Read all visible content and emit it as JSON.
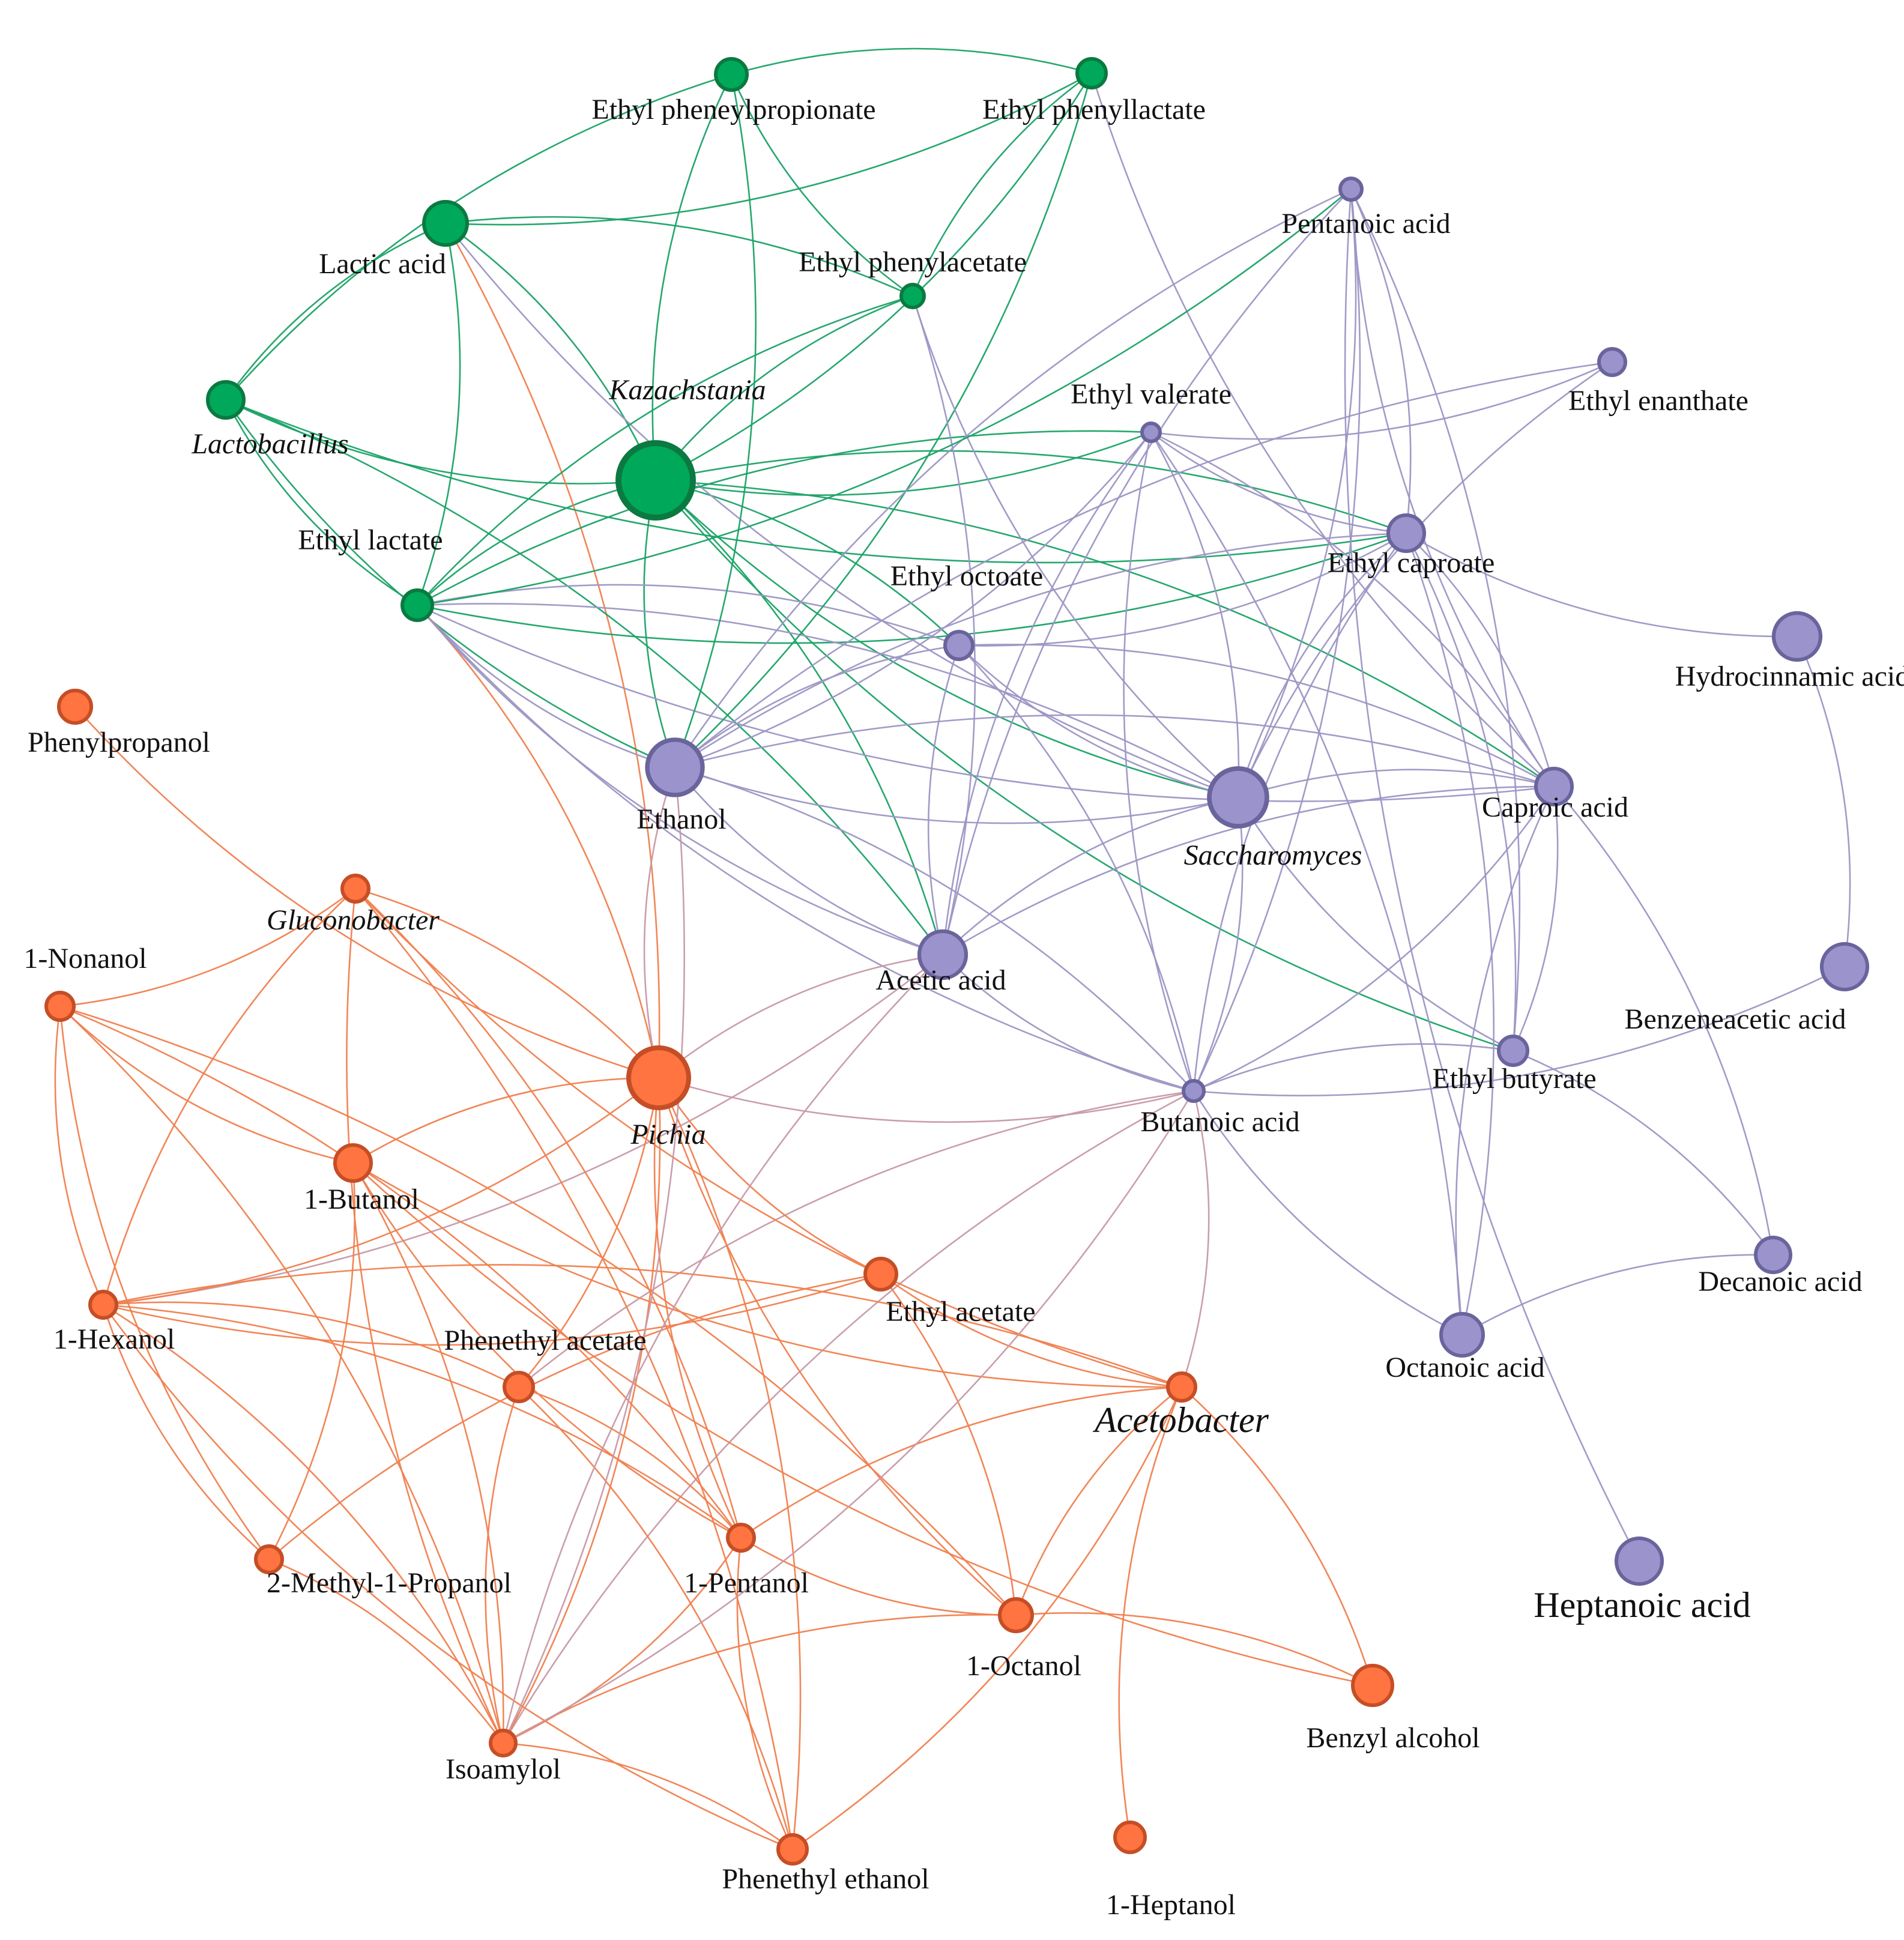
{
  "colors": {
    "green": {
      "fill": "#00a85a",
      "stroke": "#0a7a40",
      "edge": "#1aa266"
    },
    "purple": {
      "fill": "#9a93cc",
      "stroke": "#6a649d",
      "edge": "#9c96c4"
    },
    "orange": {
      "fill": "#ff7440",
      "stroke": "#c54e26",
      "edge": "#f0804e"
    },
    "mixed_edge": "#c799a6"
  },
  "nodes": [
    {
      "id": "kazachstania",
      "label": "Kazachstania",
      "italic": true,
      "group": "green",
      "size": 108
    },
    {
      "id": "lactic",
      "label": "Lactic acid",
      "group": "green",
      "size": 56
    },
    {
      "id": "lactobacillus",
      "label": "Lactobacillus",
      "italic": true,
      "group": "green",
      "size": 44
    },
    {
      "id": "ethyl_lactate",
      "label": "Ethyl lactate",
      "group": "green",
      "size": 34
    },
    {
      "id": "eppropionate",
      "label": "Ethyl pheneylpropionate",
      "group": "green",
      "size": 36
    },
    {
      "id": "ephlactate",
      "label": "Ethyl phenyllactate",
      "group": "green",
      "size": 32
    },
    {
      "id": "ephacetate",
      "label": "Ethyl phenylacetate",
      "group": "green",
      "size": 22
    },
    {
      "id": "pentanoic",
      "label": "Pentanoic acid",
      "group": "purple",
      "size": 20
    },
    {
      "id": "enanthate",
      "label": "Ethyl enanthate",
      "group": "purple",
      "size": 28
    },
    {
      "id": "valerate",
      "label": "Ethyl valerate",
      "group": "purple",
      "size": 14
    },
    {
      "id": "caproate",
      "label": "Ethyl caproate",
      "group": "purple",
      "size": 44
    },
    {
      "id": "octoate",
      "label": "Ethyl octoate",
      "group": "purple",
      "size": 30
    },
    {
      "id": "hydrocinnamic",
      "label": "Hydrocinnamic acid",
      "group": "purple",
      "size": 62
    },
    {
      "id": "ethanol",
      "label": "Ethanol",
      "group": "purple",
      "size": 76
    },
    {
      "id": "saccharomyces",
      "label": "Saccharomyces",
      "italic": true,
      "group": "purple",
      "size": 80
    },
    {
      "id": "caproic",
      "label": "Caproic acid",
      "group": "purple",
      "size": 44
    },
    {
      "id": "acetic",
      "label": "Acetic acid",
      "group": "purple",
      "size": 62
    },
    {
      "id": "benzeneacetic",
      "label": "Benzeneacetic acid",
      "group": "purple",
      "size": 60
    },
    {
      "id": "ebutyrate",
      "label": "Ethyl butyrate",
      "group": "purple",
      "size": 32
    },
    {
      "id": "butanoic",
      "label": "Butanoic acid",
      "group": "purple",
      "size": 18
    },
    {
      "id": "decanoic",
      "label": "Decanoic acid",
      "group": "purple",
      "size": 42
    },
    {
      "id": "octanoic",
      "label": "Octanoic acid",
      "group": "purple",
      "size": 54
    },
    {
      "id": "heptanoic",
      "label": "Heptanoic acid",
      "group": "purple",
      "size": 60,
      "big": true
    },
    {
      "id": "phenylpropanol",
      "label": "Phenylpropanol",
      "group": "orange",
      "size": 38
    },
    {
      "id": "gluconobacter",
      "label": "Gluconobacter",
      "italic": true,
      "group": "orange",
      "size": 28
    },
    {
      "id": "nonanol",
      "label": "1-Nonanol",
      "group": "orange",
      "size": 30
    },
    {
      "id": "pichia",
      "label": "Pichia",
      "italic": true,
      "group": "orange",
      "size": 84
    },
    {
      "id": "butanol",
      "label": "1-Butanol",
      "group": "orange",
      "size": 44
    },
    {
      "id": "hexanol",
      "label": "1-Hexanol",
      "group": "orange",
      "size": 28
    },
    {
      "id": "ethyl_acetate",
      "label": "Ethyl acetate",
      "group": "orange",
      "size": 36
    },
    {
      "id": "phenethyl_acetate",
      "label": "Phenethyl acetate",
      "group": "orange",
      "size": 32
    },
    {
      "id": "acetobacter",
      "label": "Acetobacter",
      "italic": true,
      "big": true,
      "group": "orange",
      "size": 30
    },
    {
      "id": "methylpropanol",
      "label": "2-Methyl-1-Propanol",
      "group": "orange",
      "size": 28
    },
    {
      "id": "pentanol",
      "label": "1-Pentanol",
      "group": "orange",
      "size": 28
    },
    {
      "id": "octanol",
      "label": "1-Octanol",
      "group": "orange",
      "size": 38
    },
    {
      "id": "benzyl",
      "label": "Benzyl alcohol",
      "group": "orange",
      "size": 50
    },
    {
      "id": "isoamylol",
      "label": "Isoamylol",
      "group": "orange",
      "size": 26
    },
    {
      "id": "phenethyl_ethanol",
      "label": "Phenethyl ethanol",
      "group": "orange",
      "size": 32
    },
    {
      "id": "heptanol",
      "label": "1-Heptanol",
      "group": "orange",
      "size": 34
    }
  ],
  "edges": [
    [
      "kazachstania",
      "lactic",
      "green"
    ],
    [
      "kazachstania",
      "lactobacillus",
      "green"
    ],
    [
      "kazachstania",
      "ethyl_lactate",
      "green"
    ],
    [
      "kazachstania",
      "eppropionate",
      "green"
    ],
    [
      "kazachstania",
      "ephlactate",
      "green"
    ],
    [
      "kazachstania",
      "ephacetate",
      "green"
    ],
    [
      "kazachstania",
      "valerate",
      "green"
    ],
    [
      "kazachstania",
      "caproate",
      "green"
    ],
    [
      "kazachstania",
      "saccharomyces",
      "green"
    ],
    [
      "kazachstania",
      "caproic",
      "green"
    ],
    [
      "kazachstania",
      "ethanol",
      "green"
    ],
    [
      "kazachstania",
      "acetic",
      "green"
    ],
    [
      "kazachstania",
      "ebutyrate",
      "green"
    ],
    [
      "kazachstania",
      "octoate",
      "green"
    ],
    [
      "lactic",
      "lactobacillus",
      "green"
    ],
    [
      "lactic",
      "ethyl_lactate",
      "green"
    ],
    [
      "lactic",
      "ephlactate",
      "green"
    ],
    [
      "lactic",
      "ephacetate",
      "green"
    ],
    [
      "lactic",
      "saccharomyces",
      "purple"
    ],
    [
      "lactic",
      "pichia",
      "orange"
    ],
    [
      "lactobacillus",
      "ethyl_lactate",
      "green"
    ],
    [
      "lactobacillus",
      "eppropionate",
      "green"
    ],
    [
      "lactobacillus",
      "ethanol",
      "green"
    ],
    [
      "lactobacillus",
      "acetic",
      "green"
    ],
    [
      "lactobacillus",
      "caproate",
      "green"
    ],
    [
      "ethyl_lactate",
      "valerate",
      "green"
    ],
    [
      "ethyl_lactate",
      "caproate",
      "green"
    ],
    [
      "ethyl_lactate",
      "ephacetate",
      "green"
    ],
    [
      "ethyl_lactate",
      "ethanol",
      "purple"
    ],
    [
      "ethyl_lactate",
      "saccharomyces",
      "purple"
    ],
    [
      "ethyl_lactate",
      "caproic",
      "purple"
    ],
    [
      "ethyl_lactate",
      "octoate",
      "purple"
    ],
    [
      "ethyl_lactate",
      "butanoic",
      "purple"
    ],
    [
      "ethyl_lactate",
      "pichia",
      "orange"
    ],
    [
      "ethyl_lactate",
      "acetic",
      "purple"
    ],
    [
      "eppropionate",
      "ephlactate",
      "green"
    ],
    [
      "eppropionate",
      "ephacetate",
      "green"
    ],
    [
      "eppropionate",
      "ethanol",
      "green"
    ],
    [
      "ephlactate",
      "ephacetate",
      "green"
    ],
    [
      "ephlactate",
      "ethanol",
      "green"
    ],
    [
      "ephlactate",
      "caproic",
      "purple"
    ],
    [
      "ephacetate",
      "acetic",
      "purple"
    ],
    [
      "ephacetate",
      "saccharomyces",
      "purple"
    ],
    [
      "pentanoic",
      "saccharomyces",
      "purple"
    ],
    [
      "pentanoic",
      "ethanol",
      "purple"
    ],
    [
      "pentanoic",
      "caproate",
      "purple"
    ],
    [
      "pentanoic",
      "caproic",
      "purple"
    ],
    [
      "pentanoic",
      "butanoic",
      "purple"
    ],
    [
      "pentanoic",
      "acetic",
      "purple"
    ],
    [
      "pentanoic",
      "ebutyrate",
      "purple"
    ],
    [
      "pentanoic",
      "heptanoic",
      "purple"
    ],
    [
      "pentanoic",
      "ethyl_lactate",
      "green"
    ],
    [
      "enanthate",
      "saccharomyces",
      "purple"
    ],
    [
      "enanthate",
      "valerate",
      "purple"
    ],
    [
      "enanthate",
      "ethanol",
      "purple"
    ],
    [
      "valerate",
      "saccharomyces",
      "purple"
    ],
    [
      "valerate",
      "caproate",
      "purple"
    ],
    [
      "valerate",
      "caproic",
      "purple"
    ],
    [
      "valerate",
      "butanoic",
      "purple"
    ],
    [
      "valerate",
      "ethanol",
      "purple"
    ],
    [
      "valerate",
      "acetic",
      "purple"
    ],
    [
      "valerate",
      "octanoic",
      "purple"
    ],
    [
      "caproate",
      "saccharomyces",
      "purple"
    ],
    [
      "caproate",
      "caproic",
      "purple"
    ],
    [
      "caproate",
      "ethanol",
      "purple"
    ],
    [
      "caproate",
      "octoate",
      "purple"
    ],
    [
      "caproate",
      "hydrocinnamic",
      "purple"
    ],
    [
      "caproate",
      "ebutyrate",
      "purple"
    ],
    [
      "caproate",
      "butanoic",
      "purple"
    ],
    [
      "caproate",
      "octanoic",
      "purple"
    ],
    [
      "octoate",
      "saccharomyces",
      "purple"
    ],
    [
      "octoate",
      "caproic",
      "purple"
    ],
    [
      "octoate",
      "ethanol",
      "purple"
    ],
    [
      "octoate",
      "butanoic",
      "purple"
    ],
    [
      "octoate",
      "acetic",
      "purple"
    ],
    [
      "hydrocinnamic",
      "benzeneacetic",
      "purple"
    ],
    [
      "ethanol",
      "saccharomyces",
      "purple"
    ],
    [
      "ethanol",
      "caproic",
      "purple"
    ],
    [
      "ethanol",
      "acetic",
      "purple"
    ],
    [
      "ethanol",
      "butanoic",
      "purple"
    ],
    [
      "ethanol",
      "pichia",
      "mixed"
    ],
    [
      "saccharomyces",
      "caproic",
      "purple"
    ],
    [
      "saccharomyces",
      "acetic",
      "purple"
    ],
    [
      "saccharomyces",
      "butanoic",
      "purple"
    ],
    [
      "saccharomyces",
      "ebutyrate",
      "purple"
    ],
    [
      "caproic",
      "ebutyrate",
      "purple"
    ],
    [
      "caproic",
      "acetic",
      "purple"
    ],
    [
      "caproic",
      "decanoic",
      "purple"
    ],
    [
      "caproic",
      "octanoic",
      "purple"
    ],
    [
      "caproic",
      "butanoic",
      "purple"
    ],
    [
      "acetic",
      "pichia",
      "mixed"
    ],
    [
      "acetic",
      "hexanol",
      "mixed"
    ],
    [
      "acetic",
      "butanoic",
      "purple"
    ],
    [
      "benzeneacetic",
      "butanoic",
      "purple"
    ],
    [
      "ebutyrate",
      "butanoic",
      "purple"
    ],
    [
      "ebutyrate",
      "decanoic",
      "purple"
    ],
    [
      "butanoic",
      "octanoic",
      "purple"
    ],
    [
      "butanoic",
      "pichia",
      "mixed"
    ],
    [
      "butanoic",
      "isoamylol",
      "mixed"
    ],
    [
      "butanoic",
      "acetobacter",
      "mixed"
    ],
    [
      "butanoic",
      "phenethyl_acetate",
      "mixed"
    ],
    [
      "octanoic",
      "decanoic",
      "purple"
    ],
    [
      "phenylpropanol",
      "pichia",
      "orange"
    ],
    [
      "gluconobacter",
      "pichia",
      "orange"
    ],
    [
      "gluconobacter",
      "hexanol",
      "orange"
    ],
    [
      "gluconobacter",
      "nonanol",
      "orange"
    ],
    [
      "gluconobacter",
      "acetobacter",
      "orange"
    ],
    [
      "gluconobacter",
      "pentanol",
      "orange"
    ],
    [
      "gluconobacter",
      "isoamylol",
      "orange"
    ],
    [
      "gluconobacter",
      "phenethyl_ethanol",
      "orange"
    ],
    [
      "nonanol",
      "butanol",
      "orange"
    ],
    [
      "nonanol",
      "isoamylol",
      "orange"
    ],
    [
      "nonanol",
      "methylpropanol",
      "orange"
    ],
    [
      "nonanol",
      "pentanol",
      "orange"
    ],
    [
      "nonanol",
      "hexanol",
      "orange"
    ],
    [
      "nonanol",
      "octanol",
      "orange"
    ],
    [
      "pichia",
      "butanol",
      "orange"
    ],
    [
      "pichia",
      "isoamylol",
      "orange"
    ],
    [
      "pichia",
      "pentanol",
      "orange"
    ],
    [
      "pichia",
      "phenethyl_acetate",
      "orange"
    ],
    [
      "pichia",
      "ethyl_acetate",
      "orange"
    ],
    [
      "pichia",
      "phenethyl_ethanol",
      "orange"
    ],
    [
      "pichia",
      "octanol",
      "orange"
    ],
    [
      "pichia",
      "hexanol",
      "orange"
    ],
    [
      "butanol",
      "acetobacter",
      "orange"
    ],
    [
      "butanol",
      "isoamylol",
      "orange"
    ],
    [
      "butanol",
      "pentanol",
      "orange"
    ],
    [
      "butanol",
      "methylpropanol",
      "orange"
    ],
    [
      "butanol",
      "benzyl",
      "orange"
    ],
    [
      "hexanol",
      "isoamylol",
      "orange"
    ],
    [
      "hexanol",
      "methylpropanol",
      "orange"
    ],
    [
      "hexanol",
      "pentanol",
      "orange"
    ],
    [
      "hexanol",
      "ethyl_acetate",
      "orange"
    ],
    [
      "hexanol",
      "acetobacter",
      "orange"
    ],
    [
      "hexanol",
      "phenethyl_ethanol",
      "orange"
    ],
    [
      "hexanol",
      "phenethyl_acetate",
      "orange"
    ],
    [
      "ethyl_acetate",
      "acetobacter",
      "orange"
    ],
    [
      "ethyl_acetate",
      "octanol",
      "orange"
    ],
    [
      "ethyl_acetate",
      "methylpropanol",
      "orange"
    ],
    [
      "phenethyl_acetate",
      "pentanol",
      "orange"
    ],
    [
      "phenethyl_acetate",
      "isoamylol",
      "orange"
    ],
    [
      "phenethyl_acetate",
      "phenethyl_ethanol",
      "orange"
    ],
    [
      "acetobacter",
      "octanol",
      "orange"
    ],
    [
      "acetobacter",
      "benzyl",
      "orange"
    ],
    [
      "acetobacter",
      "heptanol",
      "orange"
    ],
    [
      "acetobacter",
      "phenethyl_ethanol",
      "orange"
    ],
    [
      "acetobacter",
      "pentanol",
      "orange"
    ],
    [
      "methylpropanol",
      "isoamylol",
      "orange"
    ],
    [
      "pentanol",
      "octanol",
      "orange"
    ],
    [
      "pentanol",
      "isoamylol",
      "orange"
    ],
    [
      "pentanol",
      "phenethyl_ethanol",
      "orange"
    ],
    [
      "octanol",
      "benzyl",
      "orange"
    ],
    [
      "octanol",
      "isoamylol",
      "orange"
    ],
    [
      "isoamylol",
      "phenethyl_ethanol",
      "orange"
    ],
    [
      "isoamylol",
      "ethanol",
      "mixed"
    ],
    [
      "isoamylol",
      "acetic",
      "mixed"
    ],
    [
      "isoamylol",
      "butanoic",
      "mixed"
    ]
  ]
}
